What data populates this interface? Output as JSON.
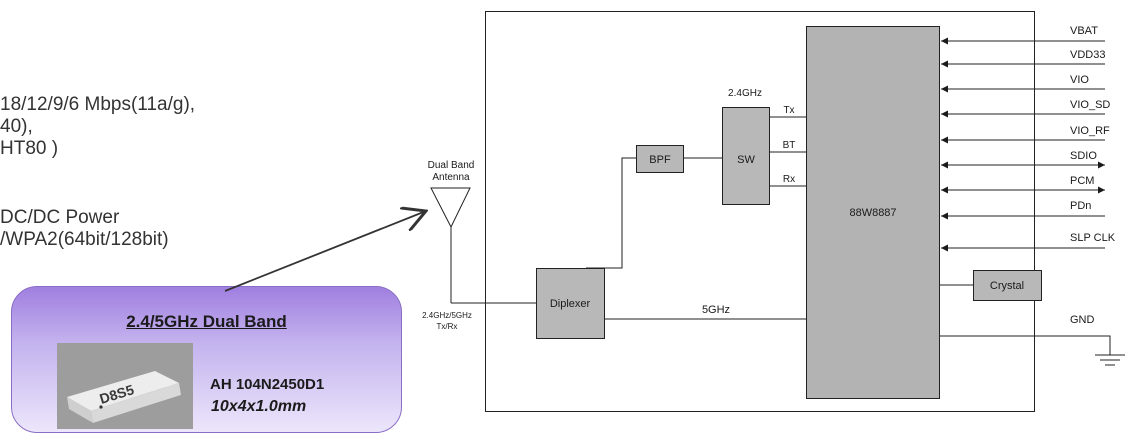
{
  "spec_lines": [
    "18/12/9/6 Mbps(11a/g),",
    "40),",
    "HT80 )",
    "DC/DC Power",
    "/WPA2(64bit/128bit)"
  ],
  "callout": {
    "title": "2.4/5GHz Dual Band",
    "part_number": "AH 104N2450D1",
    "dimensions": "10x4x1.0mm",
    "chip_marking": "D8S5"
  },
  "diagram": {
    "antenna_label_1": "Dual Band",
    "antenna_label_2": "Antenna",
    "feed_label_1": "2.4GHz/5GHz",
    "feed_label_2": "Tx/Rx",
    "blocks": {
      "diplexer": "Diplexer",
      "bpf": "BPF",
      "sw": "SW",
      "chip": "88W8887",
      "crystal": "Crystal"
    },
    "band_24": "2.4GHz",
    "band_5": "5GHz",
    "sw_ports": [
      "Tx",
      "BT",
      "Rx"
    ],
    "pins": [
      "VBAT",
      "VDD33",
      "VIO",
      "VIO_SD",
      "VIO_RF",
      "SDIO",
      "PCM",
      "PDn",
      "SLP CLK"
    ],
    "gnd": "GND"
  }
}
